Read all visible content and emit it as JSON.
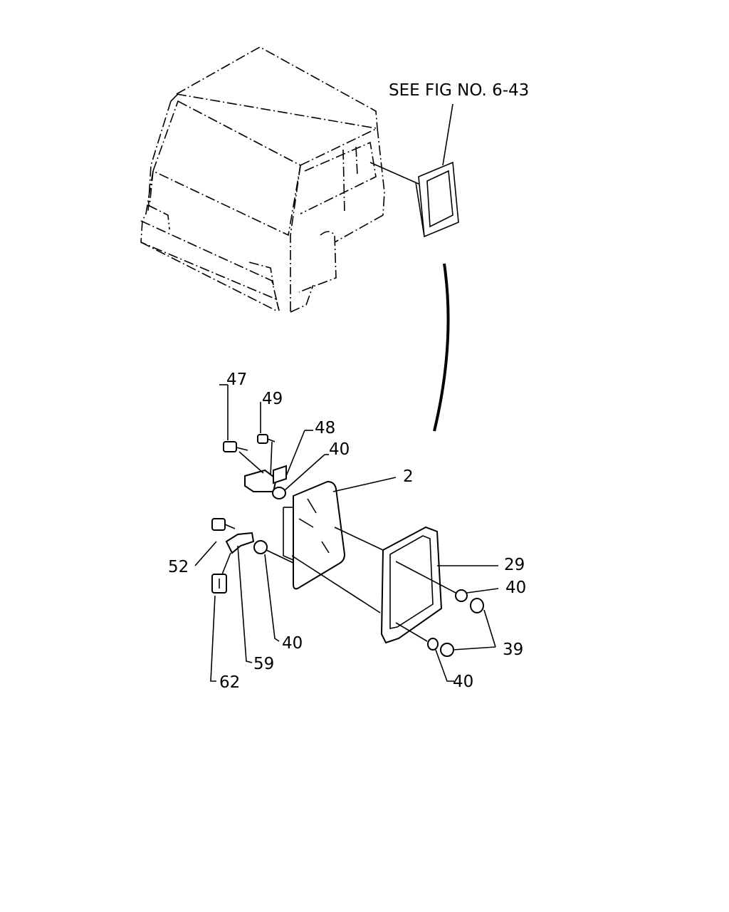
{
  "reference_note": "SEE FIG NO. 6-43",
  "callouts": {
    "c47": "47",
    "c49": "49",
    "c48": "48",
    "c40a": "40",
    "c2": "2",
    "c29": "29",
    "c40b": "40",
    "c52": "52",
    "c40c": "40",
    "c39": "39",
    "c59": "59",
    "c40d": "40",
    "c62": "62"
  }
}
